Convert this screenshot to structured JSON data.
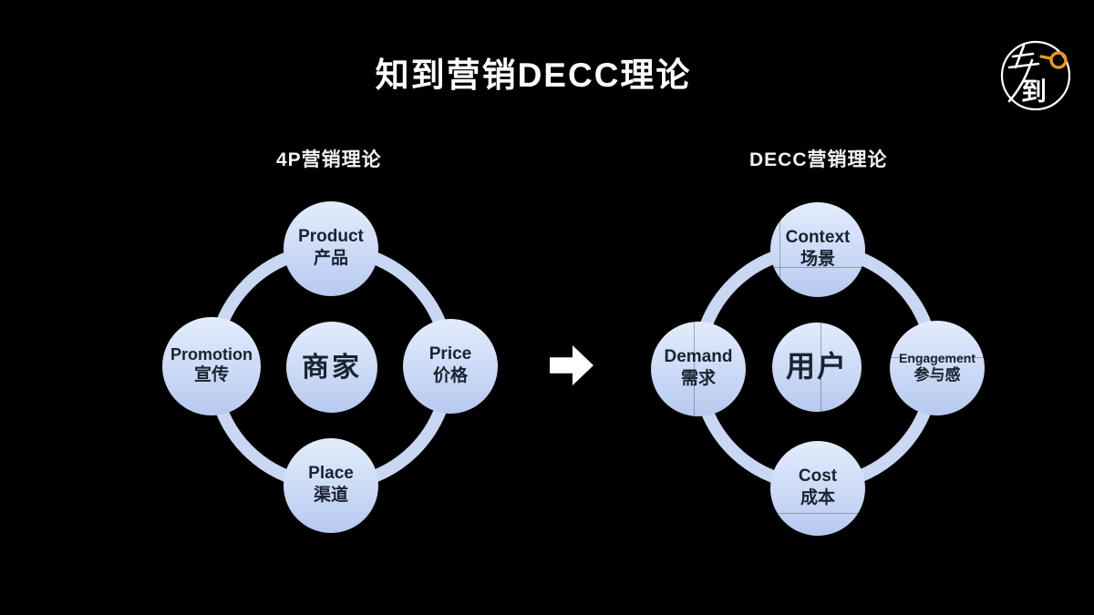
{
  "slide": {
    "title": "知到营销DECC理论",
    "background": "#000000"
  },
  "logo": {
    "label": "知到",
    "glyph_dao": "到",
    "ring_color": "#ffffff",
    "accent_color": "#e8981f"
  },
  "arrow": {
    "direction": "right",
    "color": "#ffffff"
  },
  "colors": {
    "node_gradient_top": "#e3ecfc",
    "node_gradient_bottom": "#b7c9f0",
    "ring": "#c9d7f3",
    "node_text": "#1b2331",
    "heading_text": "#f2f2f2",
    "title_text": "#ffffff"
  },
  "left_diagram": {
    "heading": "4P营销理论",
    "center_label": "商家",
    "nodes": [
      {
        "pos": "top",
        "en": "Product",
        "zh": "产品"
      },
      {
        "pos": "left",
        "en": "Promotion",
        "zh": "宣传"
      },
      {
        "pos": "right",
        "en": "Price",
        "zh": "价格"
      },
      {
        "pos": "bottom",
        "en": "Place",
        "zh": "渠道"
      }
    ]
  },
  "right_diagram": {
    "heading": "DECC营销理论",
    "center_label": "用户",
    "nodes": [
      {
        "pos": "top",
        "en": "Context",
        "zh": "场景"
      },
      {
        "pos": "left",
        "en": "Demand",
        "zh": "需求"
      },
      {
        "pos": "right",
        "en": "Engagement",
        "zh": "参与感"
      },
      {
        "pos": "bottom",
        "en": "Cost",
        "zh": "成本"
      }
    ]
  }
}
